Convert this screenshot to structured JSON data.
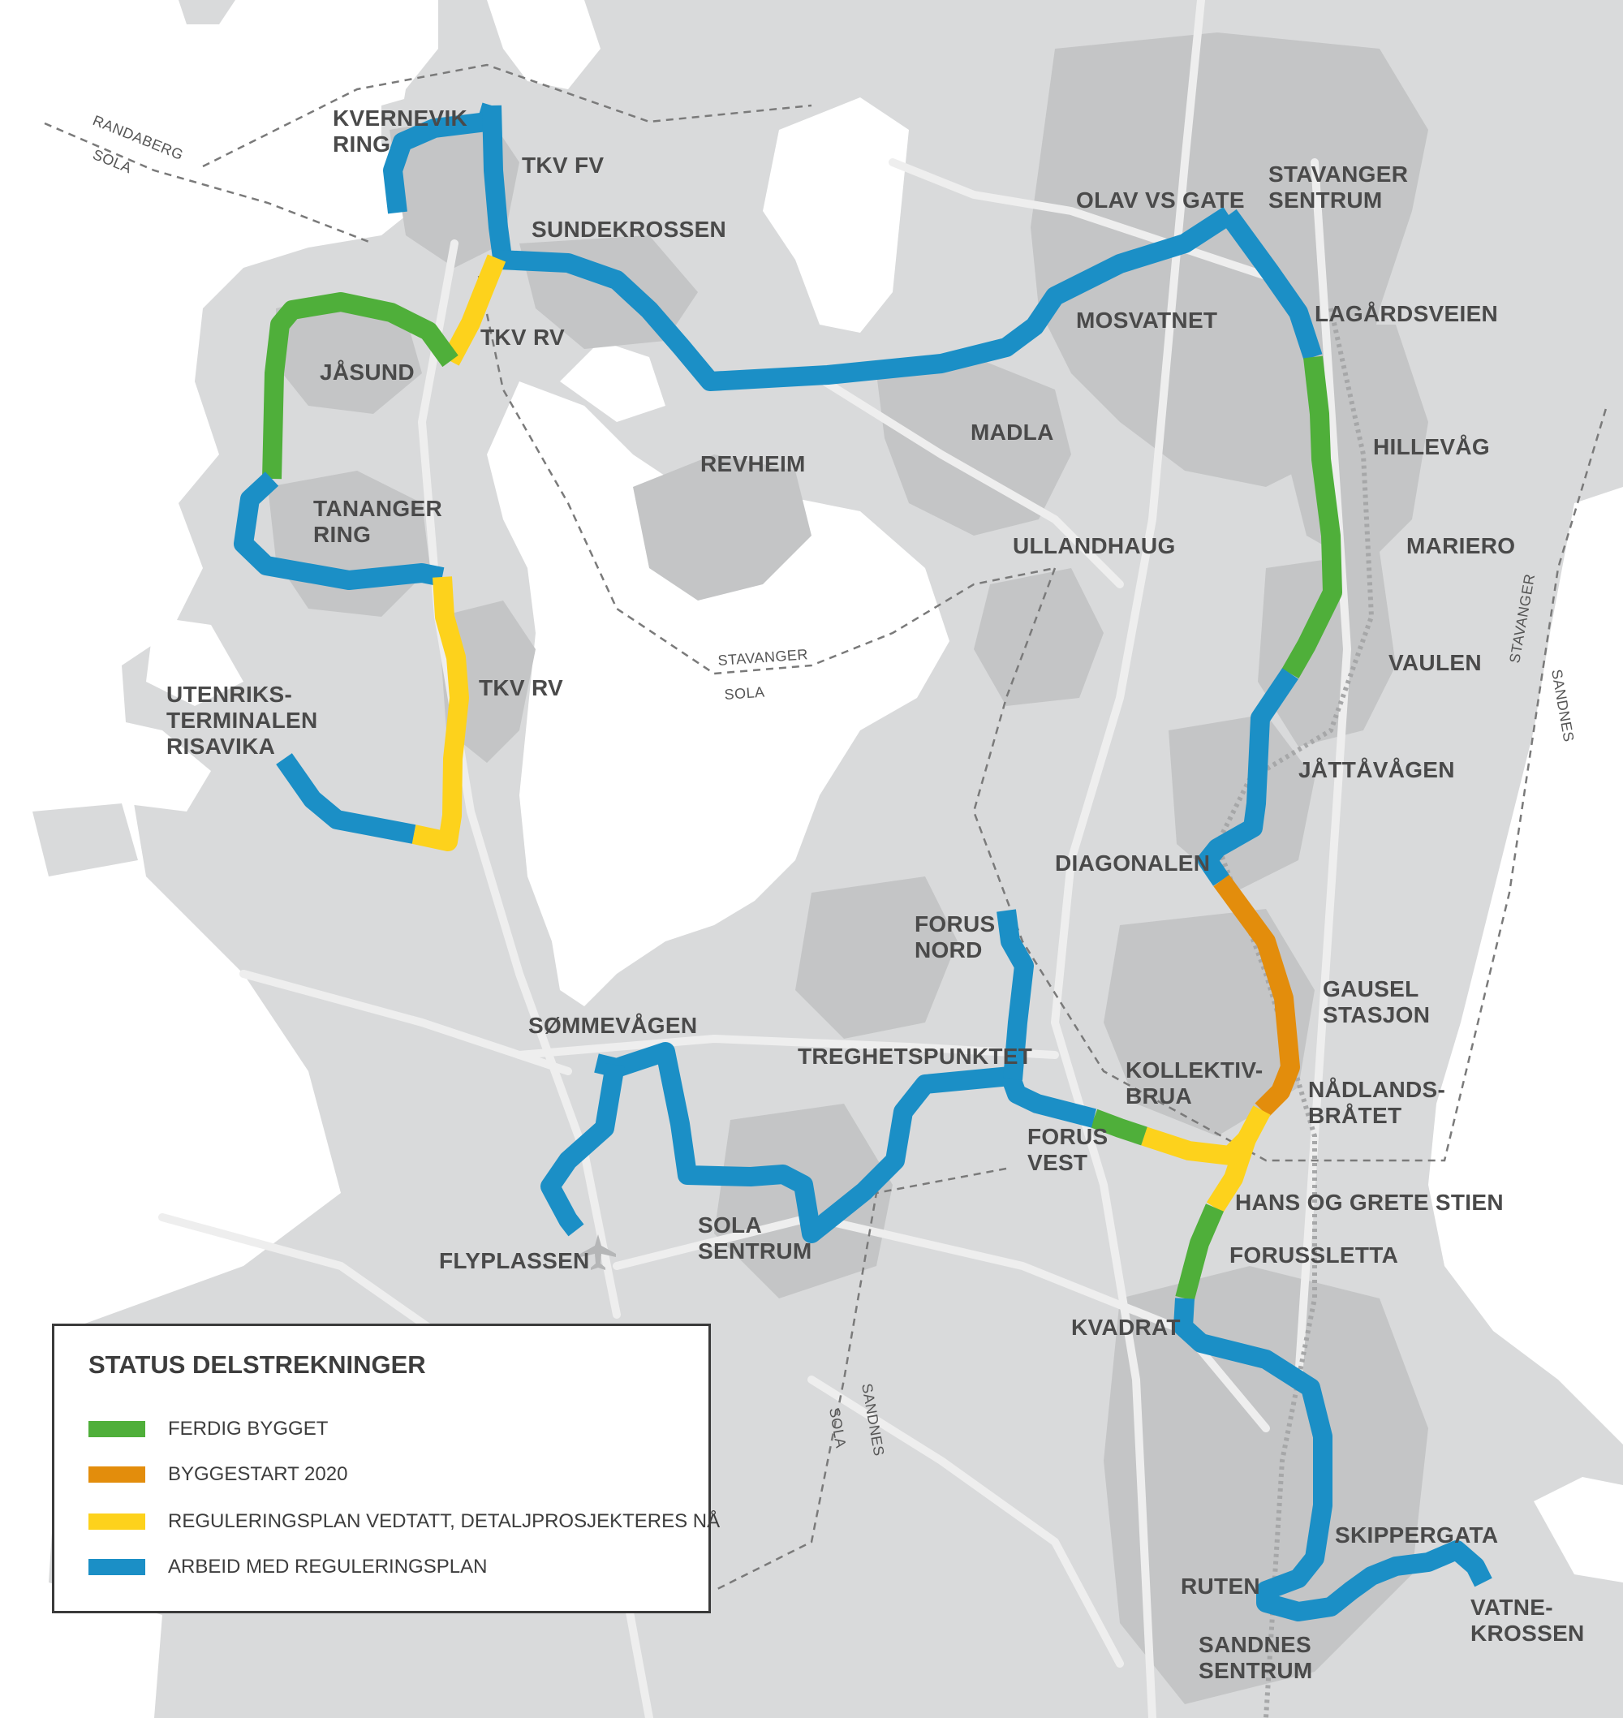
{
  "colors": {
    "ferdig": "#4faf3a",
    "byggestart": "#e38d0c",
    "regulering_vedtatt": "#fdd21c",
    "arbeid": "#1b8fc6",
    "land": "#d9dadb",
    "urban": "#c4c5c6",
    "water": "#ffffff",
    "road": "#eeeeee"
  },
  "labels": {
    "kvernevik_ring": [
      "KVERNEVIK",
      "RING"
    ],
    "tkv_fv": "TKV FV",
    "sundekrossen": "SUNDEKROSSEN",
    "olav_vs_gate": "OLAV VS GATE",
    "stavanger_sentrum": [
      "STAVANGER",
      "SENTRUM"
    ],
    "lagardsveien": "LAGÅRDSVEIEN",
    "mosvatnet": "MOSVATNET",
    "tkv_rv_north": "TKV RV",
    "jasund": "JÅSUND",
    "madla": "MADLA",
    "hillevag": "HILLEVÅG",
    "revheim": "REVHEIM",
    "tananger_ring": [
      "TANANGER",
      "RING"
    ],
    "ullandhaug": "ULLANDHAUG",
    "mariero": "MARIERO",
    "vaulen": "VAULEN",
    "tkv_rv_south": "TKV RV",
    "utenriksterminalen": [
      "UTENRIKS-",
      "TERMINALEN",
      "RISAVIKA"
    ],
    "jattavagen": "JÅTTÅVÅGEN",
    "diagonalen": "DIAGONALEN",
    "forus_nord": [
      "FORUS",
      "NORD"
    ],
    "gausel_stasjon": [
      "GAUSEL",
      "STASJON"
    ],
    "sommevagen": "SØMMEVÅGEN",
    "treghetspunktet": "TREGHETSPUNKTET",
    "kollektivbrua": [
      "KOLLEKTIV-",
      "BRUA"
    ],
    "nadlandsbratet": [
      "NÅDLANDS-",
      "BRÅTET"
    ],
    "forus_vest": [
      "FORUS",
      "VEST"
    ],
    "hans_og_grete_stien": "HANS OG GRETE STIEN",
    "sola_sentrum": [
      "SOLA",
      "SENTRUM"
    ],
    "flyplassen": "FLYPLASSEN",
    "forussletta": "FORUSSLETTA",
    "kvadrat": "KVADRAT",
    "skippergata": "SKIPPERGATA",
    "ruten": "RUTEN",
    "vatnekrossen": [
      "VATNE-",
      "KROSSEN"
    ],
    "sandnes_sentrum": [
      "SANDNES",
      "SENTRUM"
    ]
  },
  "borders": {
    "randaberg_sola": [
      "RANDABERG",
      "SOLA"
    ],
    "stavanger_sola": [
      "STAVANGER",
      "SOLA"
    ],
    "stavanger_sandnes": [
      "STAVANGER",
      "SANDNES"
    ],
    "sandnes_sola": [
      "SANDNES",
      "SOLA"
    ]
  },
  "legend": {
    "title": "STATUS DELSTREKNINGER",
    "items": [
      {
        "label": "FERDIG BYGGET",
        "status": "ferdig"
      },
      {
        "label": "BYGGESTART 2020",
        "status": "byggestart"
      },
      {
        "label": "REGULERINGSPLAN VEDTATT, DETALJPROSJEKTERES NÅ",
        "status": "regulering_vedtatt"
      },
      {
        "label": "ARBEID MED REGULERINGSPLAN",
        "status": "arbeid"
      }
    ]
  },
  "route_segments": [
    {
      "name": "kvernevik-ring",
      "status": "arbeid"
    },
    {
      "name": "tkv-fv",
      "status": "arbeid"
    },
    {
      "name": "sundekrossen-stavanger-sentrum",
      "status": "arbeid"
    },
    {
      "name": "tkv-rv-north",
      "status": "regulering_vedtatt"
    },
    {
      "name": "jasund",
      "status": "ferdig"
    },
    {
      "name": "tananger-ring",
      "status": "arbeid"
    },
    {
      "name": "tkv-rv-south",
      "status": "regulering_vedtatt"
    },
    {
      "name": "risavika",
      "status": "arbeid"
    },
    {
      "name": "sentrum-lagardsveien",
      "status": "arbeid"
    },
    {
      "name": "hillevag-vaulen",
      "status": "ferdig"
    },
    {
      "name": "vaulen-diagonalen",
      "status": "arbeid"
    },
    {
      "name": "diagonalen-nadlandsbratet",
      "status": "byggestart"
    },
    {
      "name": "nadlandsbratet-hans-og-grete",
      "status": "regulering_vedtatt"
    },
    {
      "name": "kollektivbrua-west",
      "status": "regulering_vedtatt"
    },
    {
      "name": "kollektivbrua-east",
      "status": "ferdig"
    },
    {
      "name": "forus-vest-sola",
      "status": "arbeid"
    },
    {
      "name": "forus-nord",
      "status": "arbeid"
    },
    {
      "name": "flyplassen",
      "status": "arbeid"
    },
    {
      "name": "forussletta",
      "status": "ferdig"
    },
    {
      "name": "kvadrat-sandnes-vatnekrossen",
      "status": "arbeid"
    }
  ]
}
